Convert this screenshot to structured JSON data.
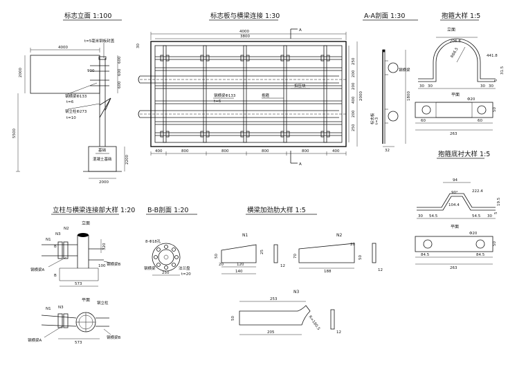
{
  "titles": {
    "elevation": "标志立面 1:100",
    "panel": "标志板与横梁连接 1:30",
    "section_aa": "A-A剖面 1:30",
    "hoop": "抱箍大样 1:5",
    "hoop_base": "抱箍底衬大样 1:5",
    "joint": "立柱与横梁连接部大样 1:20",
    "section_bb": "B-B剖面 1:20",
    "rib": "横梁加劲肋大样 1:5"
  },
  "elevation": {
    "dims": [
      "4000",
      "2000",
      "5500",
      "900",
      "600",
      "600",
      "600",
      "2000",
      "2200"
    ],
    "labels": [
      "t=5毫米钢板封盖",
      "钢横梁Φ133",
      "t=6",
      "钢立柱Φ273",
      "t=10",
      "基础",
      "混凝土基础"
    ]
  },
  "panel": {
    "dims_top": [
      "4000",
      "3800"
    ],
    "dims_bottom": [
      "400",
      "800",
      "800",
      "800",
      "800",
      "400"
    ],
    "dims_right": [
      "250",
      "200",
      "200",
      "400",
      "200",
      "250"
    ],
    "dim_total_right": "2000",
    "dim_left": "30",
    "labels": [
      "钢横梁Φ133",
      "t=6",
      "扣压块",
      "抱箍"
    ],
    "section_mark": "A"
  },
  "section_aa": {
    "labels": [
      "钢横梁",
      "标志板",
      "t=3"
    ],
    "dims": [
      "1800",
      "32"
    ]
  },
  "hoop": {
    "view_elev": "立面",
    "view_plan": "平面",
    "dims": [
      "206.8",
      "441.8",
      "R66.5",
      "31.5",
      "5",
      "30",
      "30",
      "30",
      "30",
      "60",
      "60",
      "263",
      "50",
      "Φ20"
    ]
  },
  "hoop_base": {
    "view_plan": "平面",
    "dims": [
      "94",
      "222.4",
      "90°",
      "104.4",
      "19.5",
      "30",
      "54.5",
      "54.5",
      "30",
      "84.5",
      "84.5",
      "263",
      "50",
      "Φ20",
      "5"
    ]
  },
  "joint": {
    "labels": [
      "N2",
      "N1",
      "N3",
      "立面",
      "平面",
      "钢横梁A",
      "钢横梁B",
      "钢立柱",
      "B",
      "B"
    ],
    "dims": [
      "320",
      "100",
      "573",
      "573"
    ]
  },
  "section_bb": {
    "labels": [
      "8-Φ18孔",
      "钢横梁",
      "法兰盘",
      "t=20"
    ],
    "dims": [
      "250"
    ]
  },
  "rib": {
    "labels": [
      "N1",
      "N2",
      "N3"
    ],
    "dims_n1": [
      "20",
      "120",
      "140",
      "50",
      "25",
      "12"
    ],
    "dims_n2": [
      "20",
      "188",
      "70",
      "50",
      "12"
    ],
    "dims_n3": [
      "253",
      "205",
      "50",
      "R=180.5",
      "12"
    ]
  }
}
